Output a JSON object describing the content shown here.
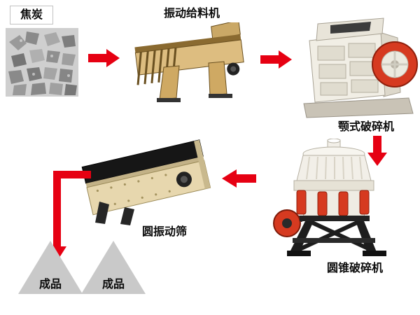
{
  "stages": {
    "coke": {
      "label": "焦炭"
    },
    "feeder": {
      "label": "振动给料机"
    },
    "jaw": {
      "label": "颚式破碎机"
    },
    "cone": {
      "label": "圆锥破碎机"
    },
    "screen": {
      "label": "圆振动筛"
    }
  },
  "products": [
    {
      "label": "成品"
    },
    {
      "label": "成品"
    }
  ],
  "colors": {
    "arrow_red": "#e60012",
    "machine_red": "#d63a20",
    "triangle_gray": "#c9c9c9",
    "feeder_tan": "#ddbd80",
    "screen_beige": "#e7d7ae"
  }
}
